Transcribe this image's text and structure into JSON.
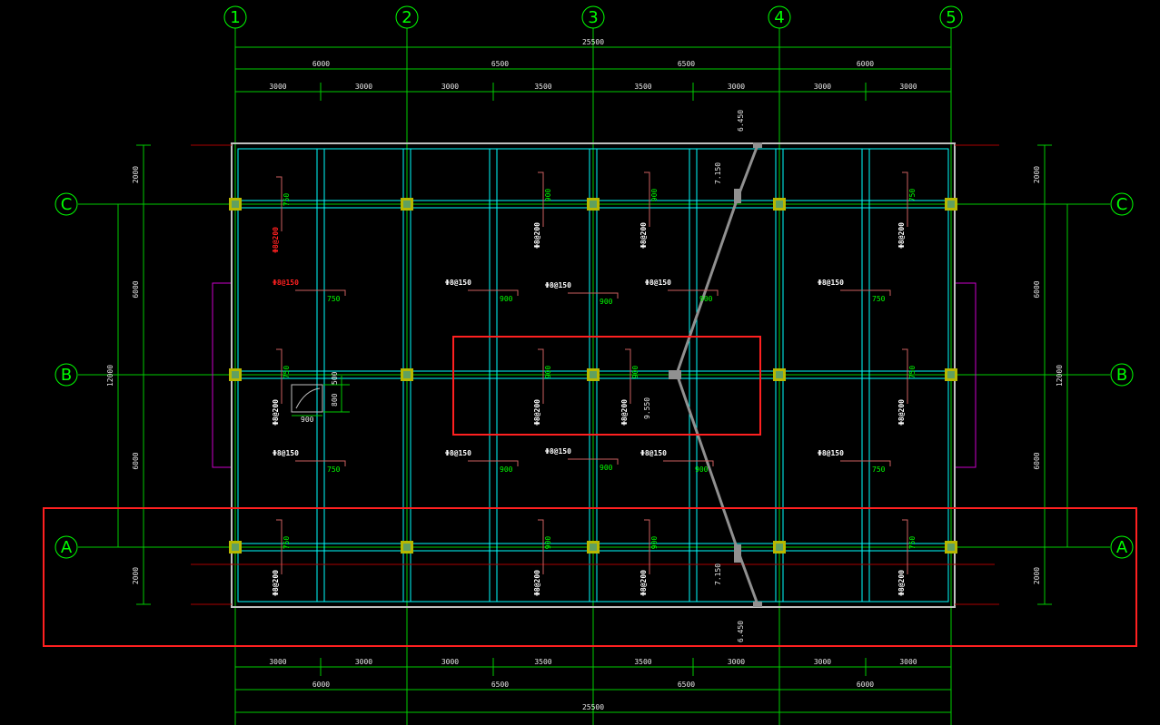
{
  "grid": {
    "columns": [
      "1",
      "2",
      "3",
      "4",
      "5"
    ],
    "rows": [
      "C",
      "B",
      "A"
    ]
  },
  "dimensions": {
    "total": "25500",
    "bays": [
      "6000",
      "6500",
      "6500",
      "6000"
    ],
    "sub_bays": [
      "3000",
      "3000",
      "3000",
      "3500",
      "3500",
      "3000",
      "3000",
      "3000"
    ],
    "vertical_total": "12000",
    "vertical_outer": [
      "2000",
      "6000",
      "6000",
      "2000"
    ],
    "elevation_top": "6.450",
    "elevation_mid": "9.550",
    "stair_offset": "7.150",
    "small_detail": [
      "500",
      "800",
      "900"
    ]
  },
  "rebar": {
    "dist_200": "Φ8@200",
    "dist_150": "Φ8@150",
    "len_750": "750",
    "len_900": "900"
  },
  "colors": {
    "background": "#000000",
    "grid": "#00ff00",
    "beam": "#00ffff",
    "wall": "#c0c0c0",
    "highlight": "#ff2020",
    "column": "#c8c800"
  }
}
